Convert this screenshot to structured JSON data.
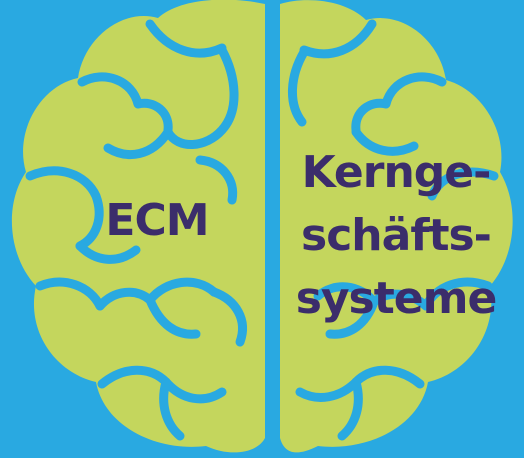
{
  "colors": {
    "background": "#29a9e1",
    "brain_fill": "#c4d65d",
    "fold_lines": "#29a9e1",
    "label_text": "#3b2d6b"
  },
  "left_hemisphere": {
    "label": "ECM"
  },
  "right_hemisphere": {
    "label_lines": [
      "Kernge-",
      "schäfts-",
      "systeme"
    ]
  }
}
